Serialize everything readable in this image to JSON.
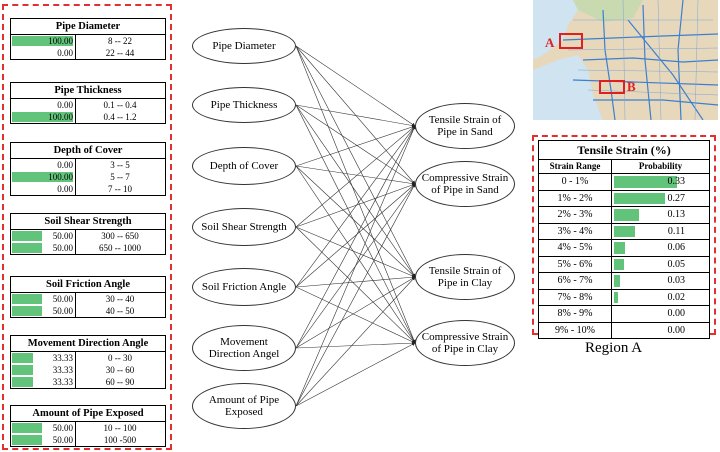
{
  "cpts": [
    {
      "title": "Pipe Diameter",
      "rows": [
        {
          "value": "100.00",
          "range": "8 -- 22",
          "frac": 0.38
        },
        {
          "value": "0.00",
          "range": "22 -- 44",
          "frac": 0
        }
      ]
    },
    {
      "title": "Pipe Thickness",
      "rows": [
        {
          "value": "0.00",
          "range": "0.1 -- 0.4",
          "frac": 0
        },
        {
          "value": "100.00",
          "range": "0.4 -- 1.2",
          "frac": 0.38
        }
      ]
    },
    {
      "title": "Depth of Cover",
      "rows": [
        {
          "value": "0.00",
          "range": "3 -- 5",
          "frac": 0
        },
        {
          "value": "100.00",
          "range": "5 -- 7",
          "frac": 0.38
        },
        {
          "value": "0.00",
          "range": "7 -- 10",
          "frac": 0
        }
      ]
    },
    {
      "title": "Soil Shear Strength",
      "rows": [
        {
          "value": "50.00",
          "range": "300 -- 650",
          "frac": 0.19
        },
        {
          "value": "50.00",
          "range": "650 -- 1000",
          "frac": 0.19
        }
      ]
    },
    {
      "title": "Soil Friction Angle",
      "rows": [
        {
          "value": "50.00",
          "range": "30 -- 40",
          "frac": 0.19
        },
        {
          "value": "50.00",
          "range": "40 -- 50",
          "frac": 0.19
        }
      ]
    },
    {
      "title": "Movement Direction Angle",
      "rows": [
        {
          "value": "33.33",
          "range": "0 -- 30",
          "frac": 0.13
        },
        {
          "value": "33.33",
          "range": "30 -- 60",
          "frac": 0.13
        },
        {
          "value": "33.33",
          "range": "60 -- 90",
          "frac": 0.13
        }
      ]
    },
    {
      "title": "Amount of Pipe Exposed",
      "rows": [
        {
          "value": "50.00",
          "range": "10 -- 100",
          "frac": 0.19
        },
        {
          "value": "50.00",
          "range": "100 -500",
          "frac": 0.19
        }
      ]
    }
  ],
  "inputs": [
    "Pipe Diameter",
    "Pipe Thickness",
    "Depth of Cover",
    "Soil Shear Strength",
    "Soil Friction Angle",
    "Movement Direction Angel",
    "Amount of Pipe Exposed"
  ],
  "outputs": [
    "Tensile Strain of Pipe in Sand",
    "Compressive Strain of Pipe in Sand",
    "Tensile Strain of Pipe in Clay",
    "Compressive Strain of Pipe in Clay"
  ],
  "map": {
    "label_a": "A",
    "label_b": "B"
  },
  "strain_table": {
    "title": "Tensile Strain (%)",
    "col_range": "Strain Range",
    "col_prob": "Probability",
    "rows": [
      {
        "range": "0 - 1%",
        "prob": "0.33",
        "frac": 0.33
      },
      {
        "range": "1% - 2%",
        "prob": "0.27",
        "frac": 0.27
      },
      {
        "range": "2% - 3%",
        "prob": "0.13",
        "frac": 0.13
      },
      {
        "range": "3% - 4%",
        "prob": "0.11",
        "frac": 0.11
      },
      {
        "range": "4% - 5%",
        "prob": "0.06",
        "frac": 0.06
      },
      {
        "range": "5% - 6%",
        "prob": "0.05",
        "frac": 0.05
      },
      {
        "range": "6% - 7%",
        "prob": "0.03",
        "frac": 0.03
      },
      {
        "range": "7% - 8%",
        "prob": "0.02",
        "frac": 0.02
      },
      {
        "range": "8% - 9%",
        "prob": "0.00",
        "frac": 0
      },
      {
        "range": "9% - 10%",
        "prob": "0.00",
        "frac": 0
      }
    ]
  },
  "region_label": "Region A",
  "colors": {
    "dash": "#e03030",
    "bar": "#62c47a"
  }
}
